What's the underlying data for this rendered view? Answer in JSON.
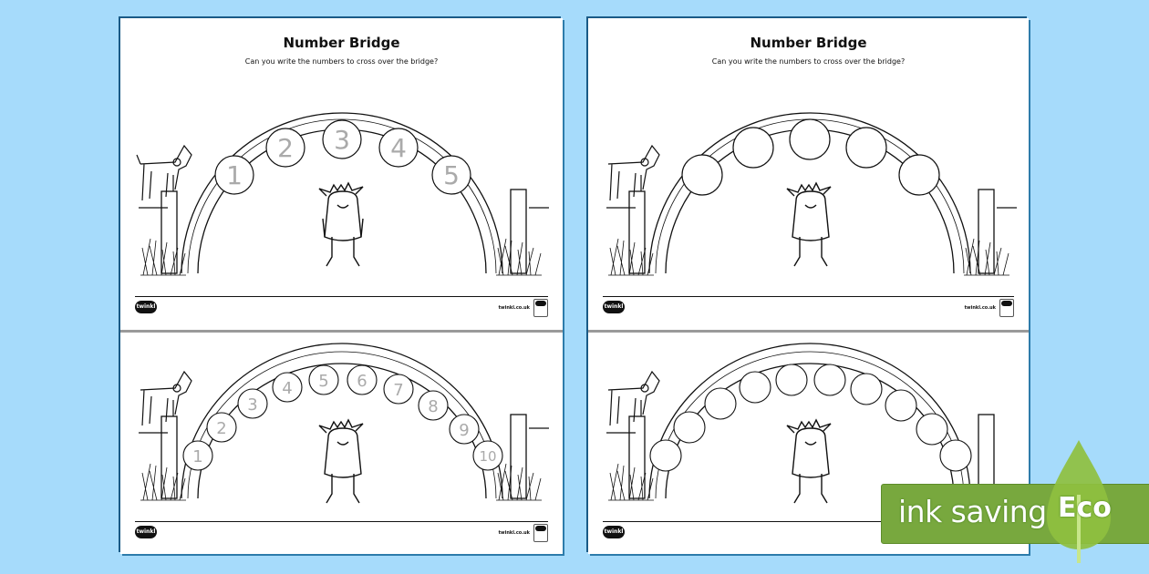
{
  "background_color": "#a6dbfb",
  "worksheet": {
    "title": "Number Bridge",
    "subtitle": "Can you write the numbers to cross over the bridge?",
    "footer_site": "twinkl.co.uk",
    "logo_text": "twinkl"
  },
  "pages": [
    {
      "id": "left",
      "top_bridge": {
        "circles": [
          "1",
          "2",
          "3",
          "4",
          "5"
        ]
      },
      "bottom_bridge": {
        "circles": [
          "1",
          "2",
          "3",
          "4",
          "5",
          "6",
          "7",
          "8",
          "9",
          "10"
        ]
      }
    },
    {
      "id": "right",
      "top_bridge": {
        "circles": [
          "",
          "",
          "",
          "",
          ""
        ]
      },
      "bottom_bridge": {
        "circles": [
          "",
          "",
          "",
          "",
          "",
          "",
          "",
          "",
          "",
          ""
        ]
      }
    }
  ],
  "eco_badge": {
    "text": "ink saving",
    "label": "Eco",
    "color": "#78a83e",
    "leaf_color": "#8fc03f"
  }
}
